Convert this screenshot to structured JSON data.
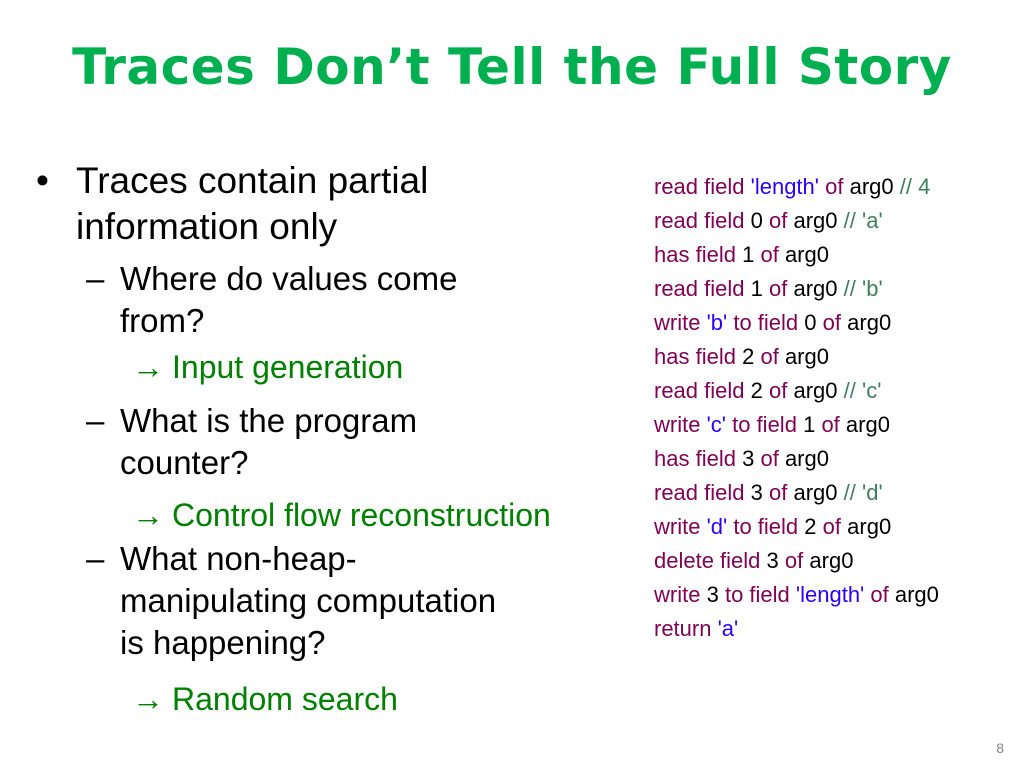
{
  "title": "Traces Don’t Tell the Full Story",
  "bullets": {
    "main": "Traces contain partial information only",
    "main_line1": "Traces contain partial",
    "main_line2": "information only",
    "sub": [
      {
        "line1": "Where do values come",
        "line2": "from?",
        "arrow": "→",
        "answer": "Input generation"
      },
      {
        "line1": "What is the program",
        "line2": "counter?",
        "arrow": "→",
        "answer": "Control flow reconstruction"
      },
      {
        "line1": "What non-heap-",
        "line2": "manipulating computation",
        "line3": "is happening?",
        "arrow": "→",
        "answer": "Random search"
      }
    ]
  },
  "trace": [
    [
      "read field ",
      "'length'",
      " of ",
      "arg0",
      " //  4"
    ],
    [
      "read field ",
      "0",
      " of ",
      "arg0",
      " // 'a'"
    ],
    [
      "has field ",
      "1",
      " of ",
      "arg0",
      ""
    ],
    [
      "read field ",
      "1",
      " of ",
      "arg0",
      " // 'b'"
    ],
    [
      "write ",
      "'b'",
      " to field ",
      "0",
      " of ",
      "arg0"
    ],
    [
      "has field ",
      "2",
      " of ",
      "arg0",
      ""
    ],
    [
      "read field ",
      "2",
      " of ",
      "arg0",
      " // 'c'"
    ],
    [
      "write ",
      "'c'",
      " to field ",
      "1",
      " of ",
      "arg0"
    ],
    [
      "has field ",
      "3",
      " of ",
      "arg0",
      ""
    ],
    [
      "read field ",
      "3",
      " of ",
      "arg0",
      " // 'd'"
    ],
    [
      "write ",
      "'d'",
      " to field ",
      "2",
      " of ",
      "arg0"
    ],
    [
      "delete field ",
      "3",
      " of ",
      "arg0",
      ""
    ],
    [
      "write ",
      "3",
      " to field ",
      "'length'",
      " of ",
      "arg0"
    ],
    [
      "return ",
      "'a'"
    ]
  ],
  "trace_lines": {
    "l1": {
      "a": "read field",
      "b": "'length'",
      "c": "of",
      "d": "arg0",
      "e": "//  4"
    },
    "l2": {
      "a": "read field",
      "b": "0",
      "c": "of",
      "d": "arg0",
      "e": "// 'a'"
    },
    "l3": {
      "a": "has field",
      "b": "1",
      "c": "of",
      "d": "arg0"
    },
    "l4": {
      "a": "read field",
      "b": "1",
      "c": "of",
      "d": "arg0",
      "e": "// 'b'"
    },
    "l5": {
      "a": "write",
      "b": "'b'",
      "c": "to field",
      "d": "0",
      "e": "of",
      "f": "arg0"
    },
    "l6": {
      "a": "has field",
      "b": "2",
      "c": "of",
      "d": "arg0"
    },
    "l7": {
      "a": "read field",
      "b": "2",
      "c": "of",
      "d": "arg0",
      "e": "// 'c'"
    },
    "l8": {
      "a": "write",
      "b": "'c'",
      "c": "to field",
      "d": "1",
      "e": "of",
      "f": "arg0"
    },
    "l9": {
      "a": "has field",
      "b": "3",
      "c": "of",
      "d": "arg0"
    },
    "l10": {
      "a": "read field",
      "b": "3",
      "c": "of",
      "d": "arg0",
      "e": "// 'd'"
    },
    "l11": {
      "a": "write",
      "b": "'d'",
      "c": "to field",
      "d": "2",
      "e": "of",
      "f": "arg0"
    },
    "l12": {
      "a": "delete field",
      "b": "3",
      "c": "of",
      "d": "arg0"
    },
    "l13": {
      "a": "write",
      "b": "3",
      "c": "to field",
      "d": "'length'",
      "e": "of",
      "f": "arg0"
    },
    "l14": {
      "a": "return",
      "b": "'a'"
    }
  },
  "page_number": "8",
  "colors": {
    "title": "#00b050",
    "answer": "#008000",
    "keyword": "#7f0055",
    "string": "#2a00ff",
    "comment": "#3f7f5f"
  }
}
